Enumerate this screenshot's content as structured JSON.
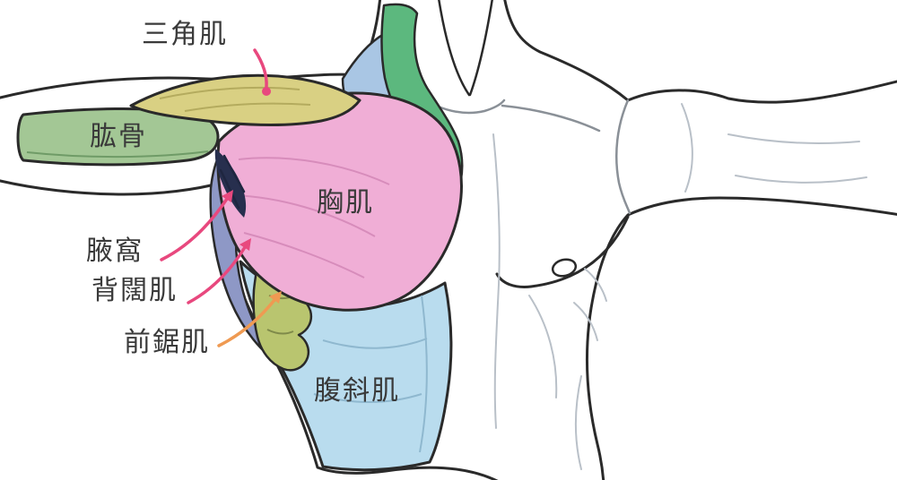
{
  "diagram": {
    "type": "anatomy-muscle-diagram",
    "labels": [
      {
        "id": "deltoid",
        "text": "三角肌"
      },
      {
        "id": "humerus",
        "text": "肱骨"
      },
      {
        "id": "pectoral",
        "text": "胸肌"
      },
      {
        "id": "axilla",
        "text": "腋窩"
      },
      {
        "id": "latissimus",
        "text": "背闊肌"
      },
      {
        "id": "serratus",
        "text": "前鋸肌"
      },
      {
        "id": "oblique",
        "text": "腹斜肌"
      }
    ],
    "colors": {
      "deltoid": "#d9d083",
      "deltoid_striation": "#b4ab5e",
      "humerus": "#a3c795",
      "humerus_edge": "#6f9b67",
      "pectoral": "#f0aed6",
      "pectoral_striation": "#d78cbb",
      "trapezius_strip": "#5cb87e",
      "shoulder_patch": "#a9c6e4",
      "latissimus": "#8e98c6",
      "serratus": "#b9c56f",
      "serratus_line": "#7f8a4a",
      "oblique": "#b9dcee",
      "oblique_line": "#8fb8cf",
      "axilla_shadow": "#272f4e",
      "pointer_pink": "#e8487e",
      "pointer_orange": "#ef9a52",
      "outline": "#2a2a2a",
      "skin": "#ffffff"
    }
  }
}
